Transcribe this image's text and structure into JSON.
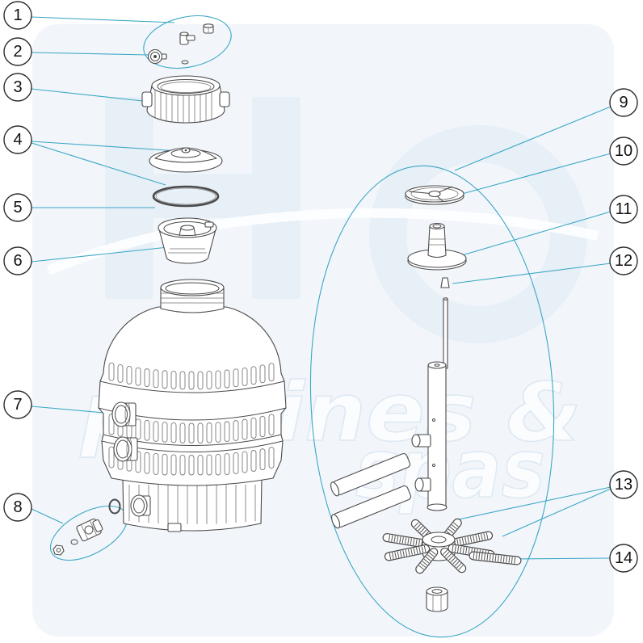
{
  "callouts": [
    "1",
    "2",
    "3",
    "4",
    "5",
    "6",
    "7",
    "8",
    "9",
    "10",
    "11",
    "12",
    "13",
    "14"
  ],
  "watermark": {
    "line1": "piscines &",
    "line2": "spas"
  },
  "colors": {
    "leader": "#3ba7c5",
    "outline": "#4a4a4a",
    "watermark": "#e7eff7",
    "background": "#f2f6fb"
  }
}
